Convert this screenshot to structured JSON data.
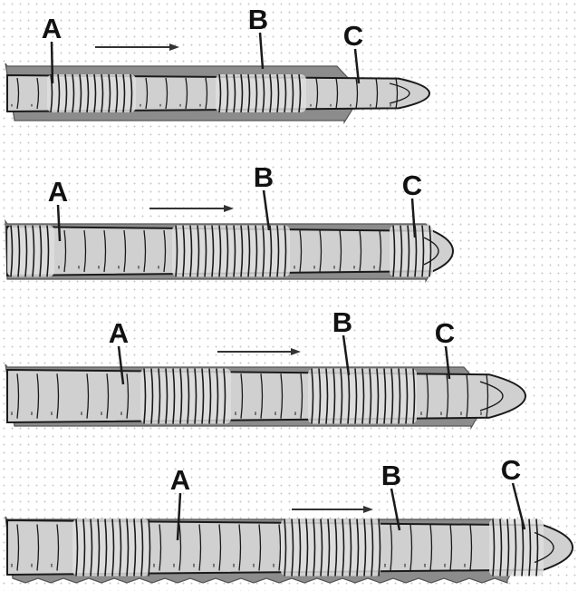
{
  "panels": [
    {
      "id": "stage-1",
      "labels": {
        "a": "A",
        "b": "B",
        "c": "C"
      },
      "direction": "right"
    },
    {
      "id": "stage-2",
      "labels": {
        "a": "A",
        "b": "B",
        "c": "C"
      },
      "direction": "right"
    },
    {
      "id": "stage-3",
      "labels": {
        "a": "A",
        "b": "B",
        "c": "C"
      },
      "direction": "right"
    },
    {
      "id": "stage-4",
      "labels": {
        "a": "A",
        "b": "B",
        "c": "C"
      },
      "direction": "right"
    }
  ],
  "colors": {
    "burrow_fill": "#8c8c8c",
    "segment_fill": "#d0d0d0",
    "segment_fill_contracted": "#dedede",
    "outline": "#1a1a1a",
    "arrow": "#333333"
  }
}
